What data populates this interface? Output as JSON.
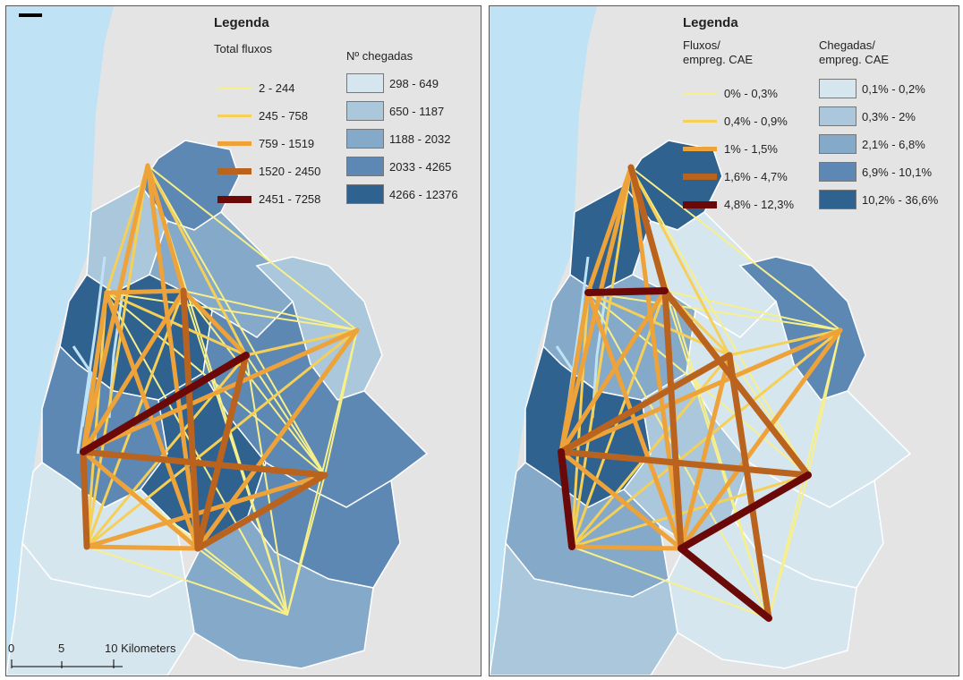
{
  "left_map": {
    "legend_title": "Legenda",
    "flow_heading": "Total fluxos",
    "area_heading": "Nº chegadas",
    "flow_classes": [
      {
        "label": "2 - 244",
        "color": "#f7f08a",
        "width": 2
      },
      {
        "label": "245 - 758",
        "color": "#f6cf57",
        "width": 3
      },
      {
        "label": "759 - 1519",
        "color": "#eea23a",
        "width": 5
      },
      {
        "label": "1520 - 2450",
        "color": "#b9631f",
        "width": 7
      },
      {
        "label": "2451 - 7258",
        "color": "#6b0808",
        "width": 8
      }
    ],
    "area_classes": [
      {
        "label": "298 - 649",
        "color": "#d6e6ef"
      },
      {
        "label": "650 - 1187",
        "color": "#aac7dc"
      },
      {
        "label": "1188 - 2032",
        "color": "#85a9c9"
      },
      {
        "label": "2033 - 4265",
        "color": "#5e88b4"
      },
      {
        "label": "4266 - 12376",
        "color": "#30628f"
      }
    ]
  },
  "right_map": {
    "legend_title": "Legenda",
    "flow_heading_1": "Fluxos/",
    "flow_heading_2": "empreg. CAE",
    "area_heading_1": "Chegadas/",
    "area_heading_2": "empreg. CAE",
    "flow_classes": [
      {
        "label": "0% - 0,3%",
        "color": "#f7f08a",
        "width": 2
      },
      {
        "label": "0,4% - 0,9%",
        "color": "#f6cf57",
        "width": 3
      },
      {
        "label": "1% - 1,5%",
        "color": "#eea23a",
        "width": 5
      },
      {
        "label": "1,6% - 4,7%",
        "color": "#b9631f",
        "width": 7
      },
      {
        "label": "4,8% - 12,3%",
        "color": "#6b0808",
        "width": 8
      }
    ],
    "area_classes": [
      {
        "label": "0,1% - 0,2%",
        "color": "#d6e6ef"
      },
      {
        "label": "0,3% - 2%",
        "color": "#aac7dc"
      },
      {
        "label": "2,1% - 6,8%",
        "color": "#85a9c9"
      },
      {
        "label": "6,9% - 10,1%",
        "color": "#5e88b4"
      },
      {
        "label": "10,2% - 36,6%",
        "color": "#30628f"
      }
    ]
  },
  "scale_bar": {
    "tick_0": "0",
    "tick_5": "5",
    "tick_10": "10 Kilometers"
  },
  "colors": {
    "sea": "#bfe2f5",
    "land": "#e4e4e4",
    "border": "#ffffff"
  }
}
